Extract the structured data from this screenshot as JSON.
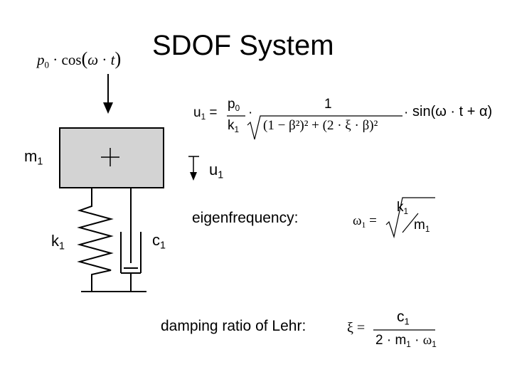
{
  "title": "SDOF System",
  "force_label": {
    "p": "p",
    "p_sub": "0",
    "cos": "cos",
    "omega": "ω",
    "t": "t"
  },
  "labels": {
    "mass": {
      "main": "m",
      "sub": "1"
    },
    "spring": {
      "main": "k",
      "sub": "1"
    },
    "damper": {
      "main": "c",
      "sub": "1"
    },
    "displacement": {
      "main": "u",
      "sub": "1"
    }
  },
  "response_equation": {
    "lhs": "u",
    "lhs_sub": "1",
    "p": "p",
    "p_sub": "0",
    "k": "k",
    "k_sub": "1",
    "one": "1",
    "denominator": "(1 − β²)² + (2 · ξ · β)²",
    "rhs": "sin(ω · t + α)"
  },
  "eigenfrequency": {
    "label": "eigenfrequency:",
    "omega": "ω",
    "omega_sub": "1",
    "k": "k",
    "k_sub": "1",
    "m": "m",
    "m_sub": "1"
  },
  "damping": {
    "label": "damping ratio of Lehr:",
    "xi": "ξ",
    "c": "c",
    "c_sub": "1",
    "den": "2 · m",
    "den_sub": "1",
    "den_omega": "ω",
    "den_omega_sub": "1"
  }
}
